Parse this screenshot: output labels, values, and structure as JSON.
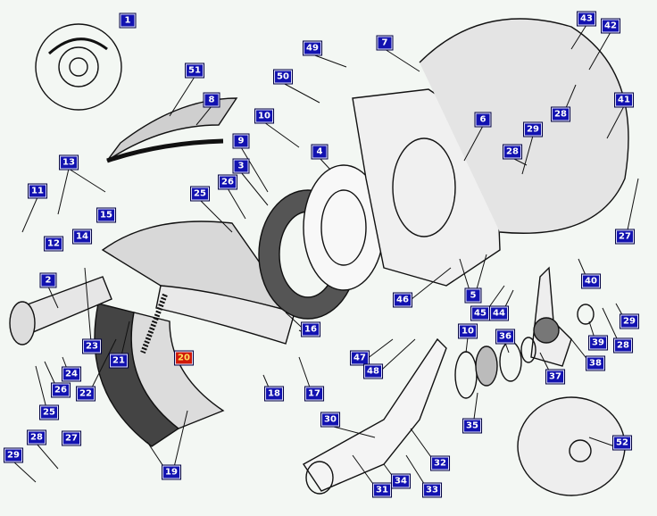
{
  "diagram": {
    "highlight_color": "#d01808",
    "label_color": "#1212b0",
    "callouts": [
      {
        "n": "1"
      },
      {
        "n": "51"
      },
      {
        "n": "8"
      },
      {
        "n": "49"
      },
      {
        "n": "50"
      },
      {
        "n": "7"
      },
      {
        "n": "43"
      },
      {
        "n": "42"
      },
      {
        "n": "41"
      },
      {
        "n": "28"
      },
      {
        "n": "6"
      },
      {
        "n": "29"
      },
      {
        "n": "28"
      },
      {
        "n": "10"
      },
      {
        "n": "9"
      },
      {
        "n": "4"
      },
      {
        "n": "3"
      },
      {
        "n": "13"
      },
      {
        "n": "11"
      },
      {
        "n": "25"
      },
      {
        "n": "26"
      },
      {
        "n": "15"
      },
      {
        "n": "12"
      },
      {
        "n": "14"
      },
      {
        "n": "27"
      },
      {
        "n": "2"
      },
      {
        "n": "40"
      },
      {
        "n": "46"
      },
      {
        "n": "5"
      },
      {
        "n": "45"
      },
      {
        "n": "44"
      },
      {
        "n": "29"
      },
      {
        "n": "28"
      },
      {
        "n": "39"
      },
      {
        "n": "16"
      },
      {
        "n": "10"
      },
      {
        "n": "36"
      },
      {
        "n": "38"
      },
      {
        "n": "23"
      },
      {
        "n": "47"
      },
      {
        "n": "48"
      },
      {
        "n": "20",
        "highlighted": true
      },
      {
        "n": "21"
      },
      {
        "n": "24"
      },
      {
        "n": "26"
      },
      {
        "n": "37"
      },
      {
        "n": "22"
      },
      {
        "n": "18"
      },
      {
        "n": "17"
      },
      {
        "n": "25"
      },
      {
        "n": "35"
      },
      {
        "n": "30"
      },
      {
        "n": "52"
      },
      {
        "n": "32"
      },
      {
        "n": "28"
      },
      {
        "n": "27"
      },
      {
        "n": "19"
      },
      {
        "n": "29"
      },
      {
        "n": "34"
      },
      {
        "n": "31"
      },
      {
        "n": "33"
      }
    ]
  }
}
